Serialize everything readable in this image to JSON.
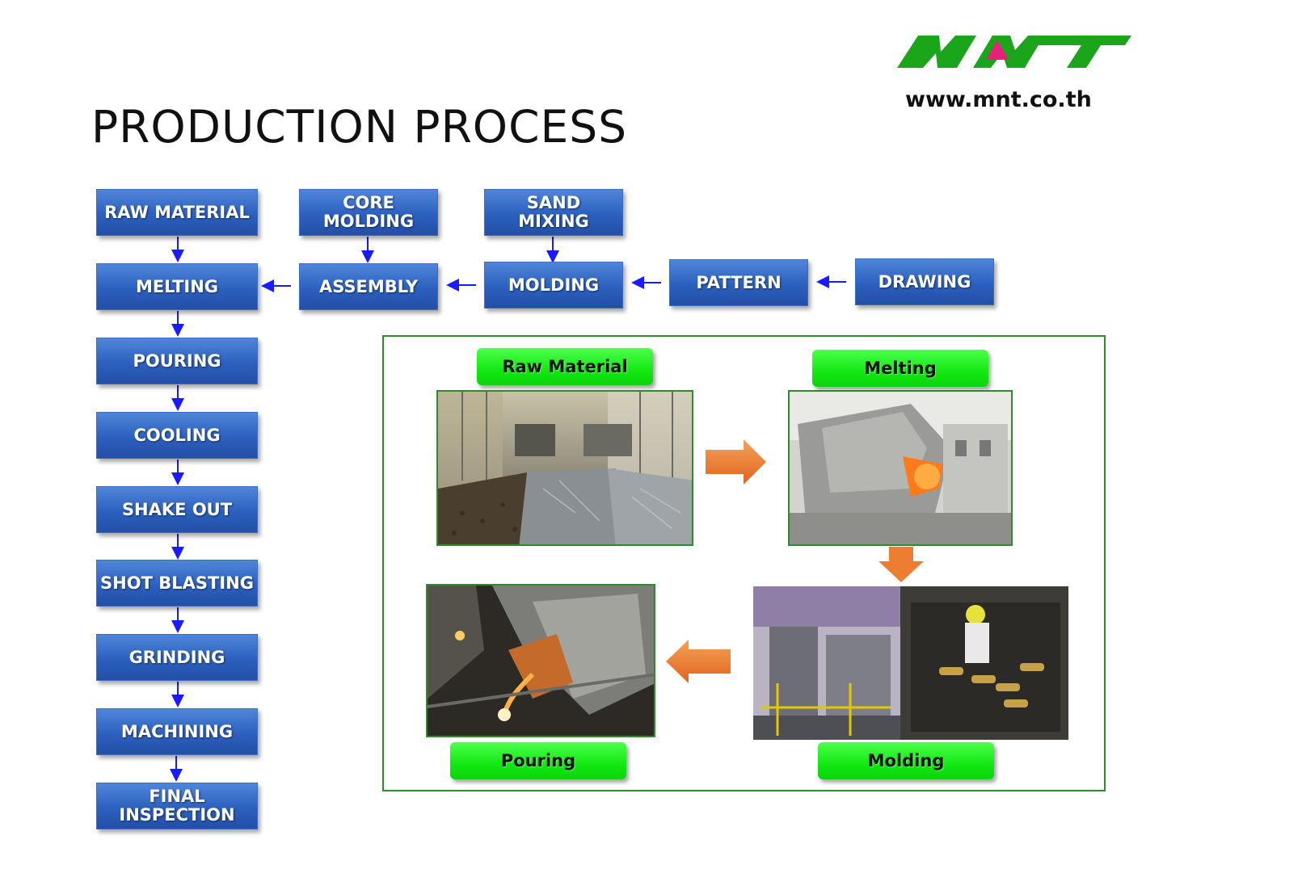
{
  "header": {
    "title": "PRODUCTION PROCESS",
    "url": "www.mnt.co.th",
    "logo": {
      "text": "MNT",
      "colors": {
        "green": "#1aa51a",
        "pink": "#e8207a"
      }
    }
  },
  "flow": {
    "main_steps": [
      "RAW MATERIAL",
      "MELTING",
      "POURING",
      "COOLING",
      "SHAKE OUT",
      "SHOT BLASTING",
      "GRINDING",
      "MACHINING",
      "FINAL INSPECTION"
    ],
    "core_molding": "CORE MOLDING",
    "sand_mixing": "SAND MIXING",
    "assembly": "ASSEMBLY",
    "molding": "MOLDING",
    "pattern": "PATTERN",
    "drawing": "DRAWING",
    "arrow_color": "#1a1aff",
    "box_color": "#2c60bf"
  },
  "photos": {
    "raw_material": "Raw  Material",
    "melting": "Melting",
    "molding": "Molding",
    "pouring": "Pouring",
    "label_color": "#12e812",
    "arrow_color": "#ed7d31"
  }
}
